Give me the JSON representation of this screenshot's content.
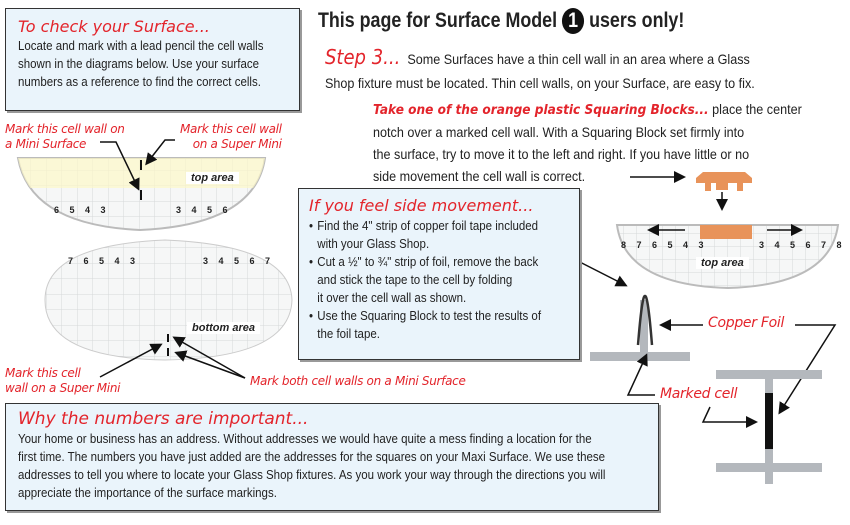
{
  "check_box": {
    "title": "To check your Surface...",
    "lines": [
      "Locate and mark with a lead pencil the cell walls",
      "shown in the diagrams below.  Use your surface",
      "numbers as a reference to find the correct cells."
    ]
  },
  "header": {
    "prefix": "This page for Surface Model",
    "model": "1",
    "suffix": "users only!"
  },
  "step3": {
    "label": "Step 3...",
    "lines": [
      "Some Surfaces have a thin cell wall in an area where a Glass",
      "Shop fixture must be located.  Thin cell walls, on your Surface, are easy to fix."
    ],
    "orange_lead": "Take one of the orange plastic Squaring Blocks...",
    "orange_rest": "place the center",
    "more": [
      "notch over a marked cell wall.  With a Squaring Block set firmly into",
      "the surface, try to move it to the left and right.  If you have little or no",
      "side movement the cell wall is correct."
    ]
  },
  "side_box": {
    "title": "If you feel side movement...",
    "items": [
      [
        "Find the 4\" strip of copper foil tape included",
        "with your Glass Shop."
      ],
      [
        "Cut a ½\" to ¾\" strip of foil, remove the back",
        "and stick the tape to the cell by folding",
        "it over the cell wall as shown."
      ],
      [
        "Use the Squaring Block to test the results of",
        "the foil tape."
      ]
    ]
  },
  "why_box": {
    "title": "Why the numbers are important...",
    "lines": [
      "Your home or business has an address.  Without addresses we would have quite a mess finding a location for the",
      "first time.  The numbers you have just added are the addresses for the squares on your Maxi Surface.  We use these",
      "addresses to tell you where to locate your Glass Shop fixtures.  As you work your way through the directions you will",
      "appreciate the importance of the surface markings."
    ]
  },
  "diagram": {
    "mini_label": [
      "Mark this cell wall on",
      "a Mini Surface"
    ],
    "super_label": [
      "Mark this cell wall",
      "on a Super Mini"
    ],
    "top_area": "top area",
    "bottom_area": "bottom area",
    "top_nums_left": "6 5 4 3",
    "top_nums_right": "3 4 5 6",
    "bot_nums_left": "7 6 5 4 3",
    "bot_nums_right": "3 4 5 6 7",
    "bot_super_label": [
      "Mark this cell",
      "wall on a Super Mini"
    ],
    "bot_mini_label": "Mark both cell walls on a Mini Surface",
    "right_nums_left": "8 7 6 5 4 3",
    "right_nums_right": "3 4 5 6 7 8",
    "right_top_area": "top area",
    "copper_foil": "Copper Foil",
    "marked_cell": "Marked cell"
  },
  "colors": {
    "red": "#e3242b",
    "box_bg": "#eaf4fb",
    "orange": "#e8935a",
    "grey": "#b4b8bd"
  }
}
